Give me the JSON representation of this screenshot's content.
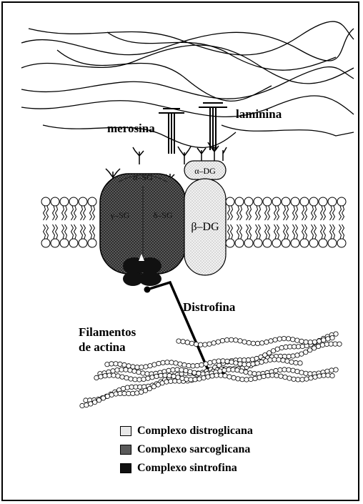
{
  "labels": {
    "merosina": "merosina",
    "laminina": "laminina",
    "alpha_dg": "α–DG",
    "beta_dg": "β–DG",
    "alpha_sg": "α–SG",
    "gamma_sg": "γ–SG",
    "delta_sg": "δ–SG",
    "distrofina": "Distrofina",
    "filamentos_line1": "Filamentos",
    "filamentos_line2": "de actina"
  },
  "legend": [
    {
      "label": "Complexo distroglicana",
      "pattern": "light-dotted"
    },
    {
      "label": "Complexo sarcoglicana",
      "pattern": "dark-crosshatch"
    },
    {
      "label": "Complexo sintrofina",
      "pattern": "solid-black"
    }
  ],
  "colors": {
    "ink": "#000000",
    "distroglicana_fill": "#e6e6e6",
    "sarcoglicana_fill": "#555555",
    "sintrofina_fill": "#111111"
  }
}
